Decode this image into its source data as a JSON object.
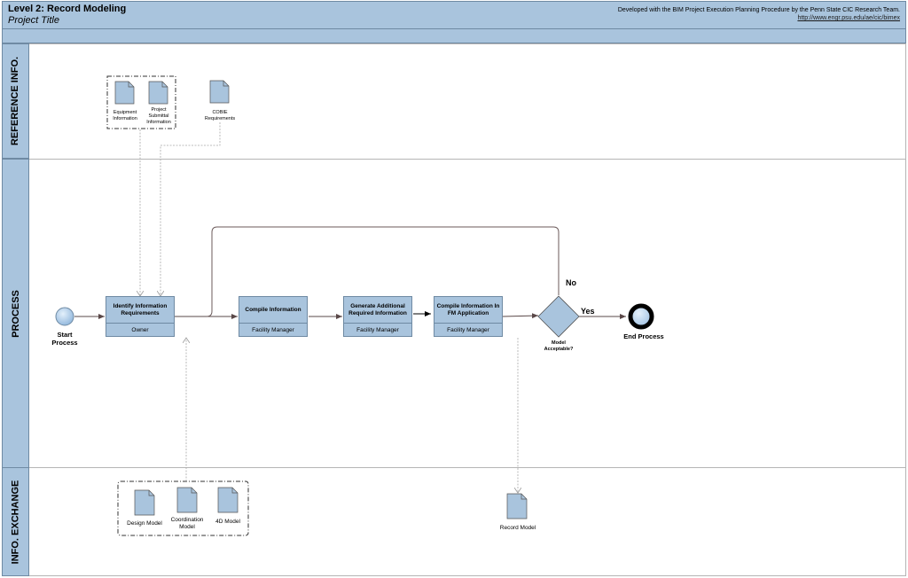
{
  "header": {
    "title": "Level 2: Record Modeling",
    "subtitle": "Project Title",
    "credit": "Developed with the BIM Project Execution Planning Procedure by the Penn State CIC Research Team.",
    "credit_link": "http://www.engr.psu.edu/ae/cic/bimex"
  },
  "lanes": {
    "reference": "REFERENCE INFO.",
    "process": "PROCESS",
    "exchange": "INFO. EXCHANGE"
  },
  "reference_docs": {
    "equipment": "Equipment Information",
    "submittal": "Project Submittal Information",
    "cobie": "COBIE Requirements"
  },
  "events": {
    "start": "Start Process",
    "end": "End Process"
  },
  "tasks": [
    {
      "title": "Identify Information Requirements",
      "role": "Owner"
    },
    {
      "title": "Compile Information",
      "role": "Facility Manager"
    },
    {
      "title": "Generate Additional Required Information",
      "role": "Facility Manager"
    },
    {
      "title": "Compile Information In FM Application",
      "role": "Facility Manager"
    }
  ],
  "gateway": {
    "label": "Model Acceptable?",
    "yes": "Yes",
    "no": "No"
  },
  "exchange_docs": {
    "design": "Design Model",
    "coordination": "Coordination Model",
    "fourd": "4D Model",
    "record": "Record Model"
  },
  "colors": {
    "lane_fill": "#a9c4dd",
    "task_fill": "#a9c4dd",
    "flow_line": "#4a3a3a"
  }
}
